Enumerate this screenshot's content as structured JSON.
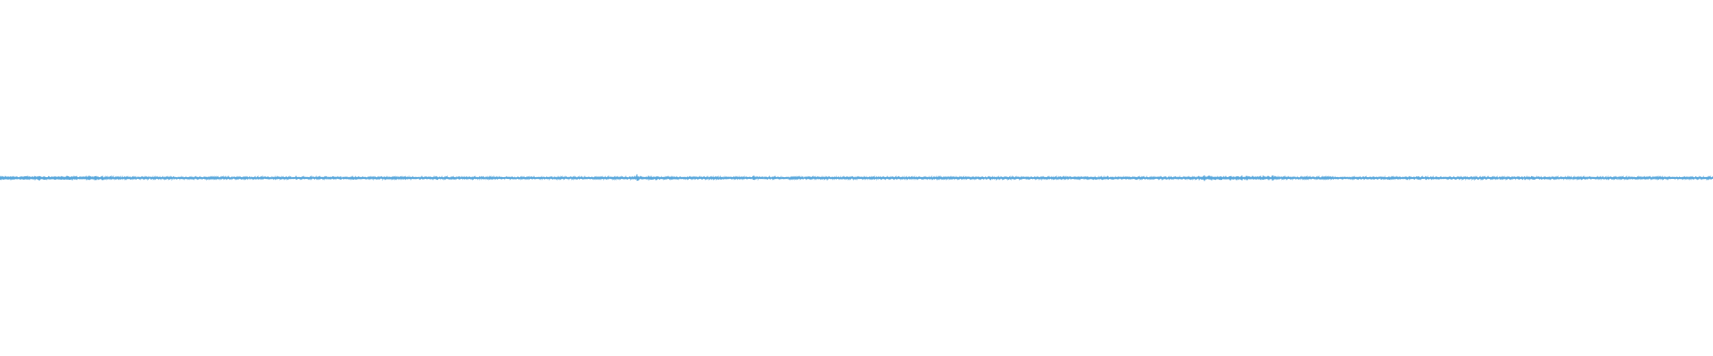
{
  "waveform": {
    "color": "#5aa8dc",
    "background": "#ffffff",
    "baseline_fraction": 0.5,
    "peak_amplitude_fraction": 0.012,
    "noise_floor_fraction": 0.003,
    "transients": [
      {
        "at": 0.023,
        "strength": 0.85
      },
      {
        "at": 0.052,
        "strength": 0.7
      },
      {
        "at": 0.173,
        "strength": 0.55
      },
      {
        "at": 0.255,
        "strength": 0.75
      },
      {
        "at": 0.268,
        "strength": 0.55
      },
      {
        "at": 0.372,
        "strength": 1.0
      },
      {
        "at": 0.44,
        "strength": 0.8
      },
      {
        "at": 0.498,
        "strength": 0.45
      },
      {
        "at": 0.578,
        "strength": 0.55
      },
      {
        "at": 0.703,
        "strength": 0.85
      },
      {
        "at": 0.743,
        "strength": 1.0
      }
    ],
    "dense_regions": [
      {
        "from": 0.0,
        "to": 0.06,
        "level": 1.6
      },
      {
        "from": 0.19,
        "to": 0.21,
        "level": 1.3
      },
      {
        "from": 0.37,
        "to": 0.385,
        "level": 1.6
      },
      {
        "from": 0.625,
        "to": 0.665,
        "level": 1.3
      },
      {
        "from": 0.7,
        "to": 0.745,
        "level": 1.7
      },
      {
        "from": 0.8,
        "to": 0.84,
        "level": 1.3
      },
      {
        "from": 0.885,
        "to": 0.905,
        "level": 1.3
      }
    ]
  }
}
